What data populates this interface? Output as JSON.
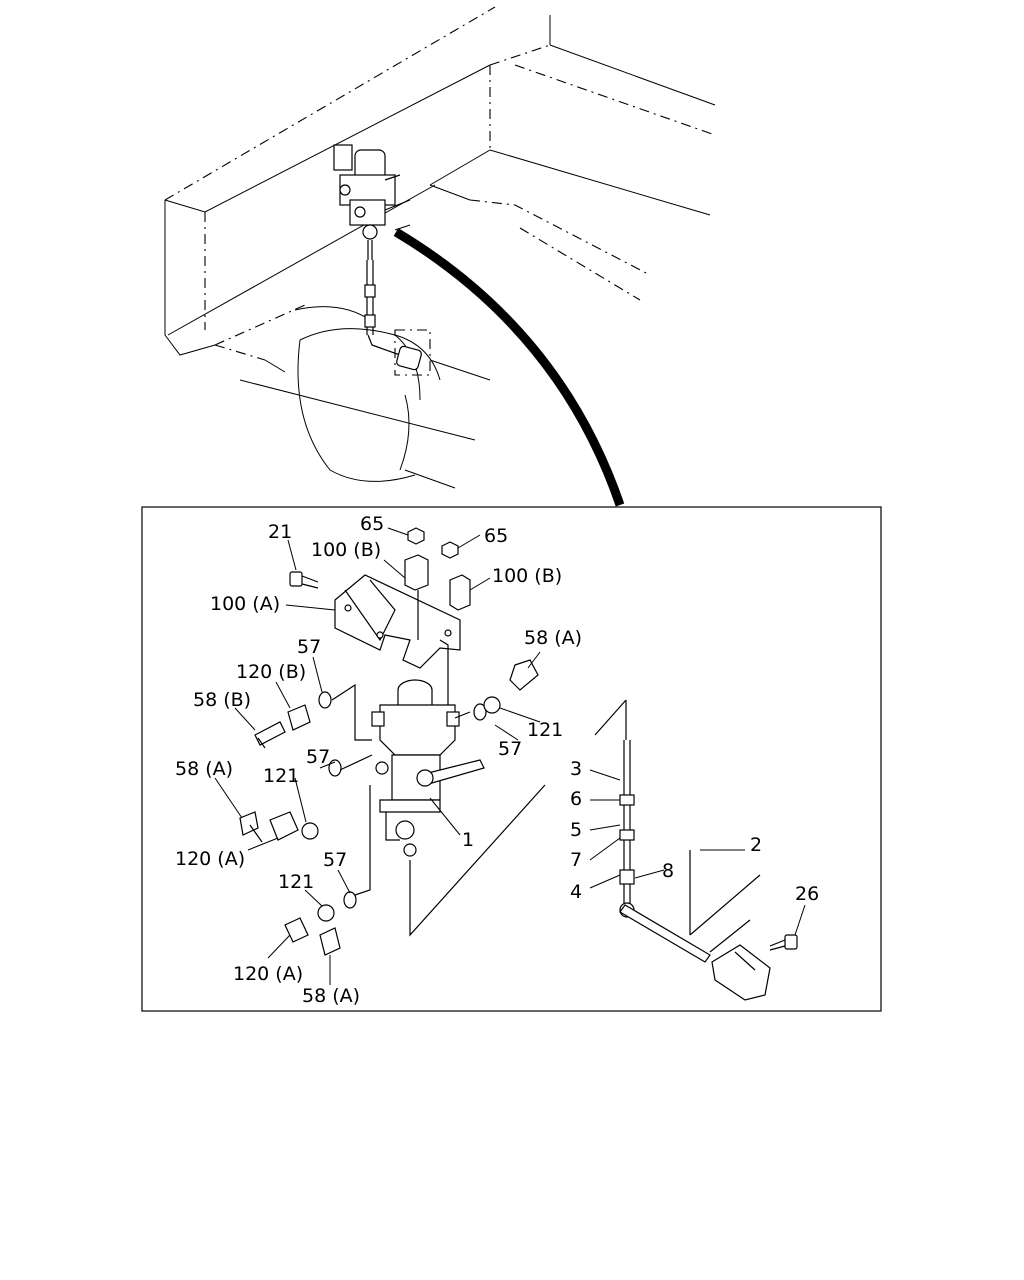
{
  "callouts": {
    "c21": "21",
    "c65a": "65",
    "c65b": "65",
    "c100b_1": "100 (B)",
    "c100b_2": "100 (B)",
    "c100a": "100 (A)",
    "c57_1": "57",
    "c57_2": "57",
    "c57_3": "57",
    "c57_4": "57",
    "c58a_1": "58 (A)",
    "c58a_2": "58 (A)",
    "c58a_3": "58 (A)",
    "c58b": "58 (B)",
    "c120b": "120 (B)",
    "c120a_1": "120 (A)",
    "c120a_2": "120 (A)",
    "c121_1": "121",
    "c121_2": "121",
    "c121_3": "121",
    "c1": "1",
    "c2": "2",
    "c3": "3",
    "c4": "4",
    "c5": "5",
    "c6": "6",
    "c7": "7",
    "c8": "8",
    "c26": "26"
  }
}
